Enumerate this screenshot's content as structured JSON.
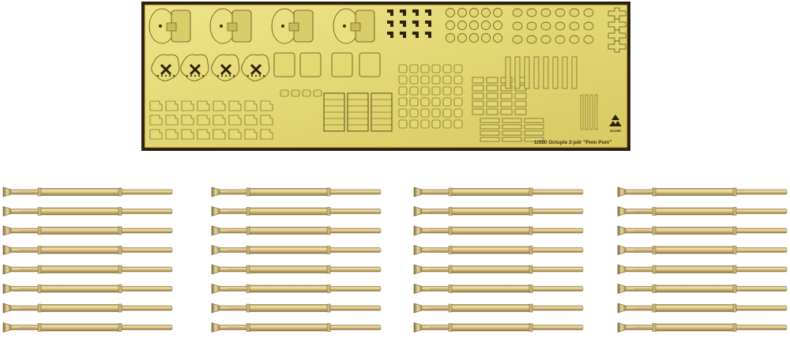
{
  "photo_etch_sheet": {
    "label": "1/350 Octuple 2-pdr \"Pom Pom\"",
    "brand": "SCORE",
    "colors": {
      "brass": "#e6dc7c",
      "frame": "#2b1f0c",
      "outline": "#5b4a14"
    }
  },
  "barrels": {
    "groups": 4,
    "per_group": 8,
    "colors": {
      "light": "#f1dfa6",
      "mid": "#d6bd78",
      "dark": "#8f7a44"
    }
  }
}
